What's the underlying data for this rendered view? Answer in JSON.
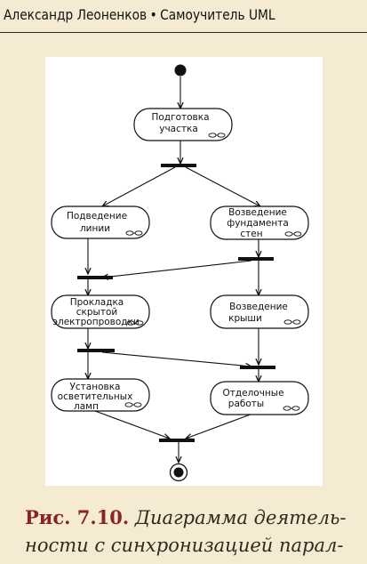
{
  "header": {
    "author": "Александр Леоненков",
    "separator": "•",
    "book_title": "Самоучитель UML"
  },
  "diagram": {
    "activities": {
      "prep": [
        "Подготовка",
        "участка"
      ],
      "line": [
        "Подведение",
        "линии"
      ],
      "foundation": [
        "Возведение",
        "фундамента",
        "стен"
      ],
      "wiring": [
        "Прокладка",
        "скрытой",
        "электропроводки"
      ],
      "roof": [
        "Возведение",
        "крыши"
      ],
      "lamps": [
        "Установка",
        "осветительных",
        "ламп"
      ],
      "finishing": [
        "Отделочные",
        "работы"
      ]
    }
  },
  "caption": {
    "number": "Рис. 7.10.",
    "line1_rest": "Диаграмма деятель-",
    "line2": "ности с синхронизацией парал-"
  }
}
